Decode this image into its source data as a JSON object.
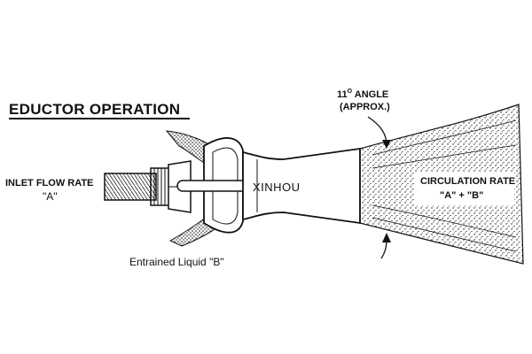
{
  "title": "EDUCTOR OPERATION",
  "angle_label": {
    "value": "11",
    "superscript": "O",
    "word": "ANGLE",
    "note": "(APPROX.)"
  },
  "inlet_label": {
    "line1": "INLET FLOW RATE",
    "line2": "\"A\""
  },
  "brand_mark": "XINHOU",
  "entrained_label": "Entrained Liquid \"B\"",
  "circulation_label": {
    "line1": "CIRCULATION RATE",
    "line2": "\"A\" + \"B\""
  },
  "colors": {
    "ink": "#111111",
    "paper": "#ffffff"
  }
}
